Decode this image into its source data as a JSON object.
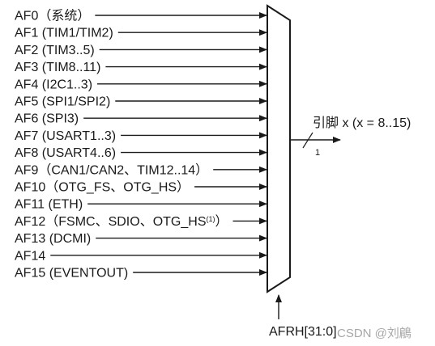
{
  "inputs": [
    {
      "name": "AF0",
      "detail": "（系统）"
    },
    {
      "name": "AF1",
      "detail": "(TIM1/TIM2)"
    },
    {
      "name": "AF2",
      "detail": "(TIM3..5)"
    },
    {
      "name": "AF3",
      "detail": "(TIM8..11)"
    },
    {
      "name": "AF4",
      "detail": "(I2C1..3)"
    },
    {
      "name": "AF5",
      "detail": "(SPI1/SPI2)"
    },
    {
      "name": "AF6",
      "detail": "(SPI3)"
    },
    {
      "name": "AF7",
      "detail": "(USART1..3)"
    },
    {
      "name": "AF8",
      "detail": "(USART4..6)"
    },
    {
      "name": "AF9",
      "detail": "（CAN1/CAN2、TIM12..14）"
    },
    {
      "name": "AF10",
      "detail": "（OTG_FS、OTG_HS）"
    },
    {
      "name": "AF11",
      "detail": "(ETH)"
    },
    {
      "name": "AF12",
      "detail": "（FSMC、SDIO、OTG_HS",
      "note": "(1)",
      "tail": "）"
    },
    {
      "name": "AF13",
      "detail": "(DCMI)"
    },
    {
      "name": "AF14",
      "detail": ""
    },
    {
      "name": "AF15",
      "detail": "(EVENTOUT)"
    }
  ],
  "output": {
    "label": "引脚 x (x = 8..15)",
    "bus_width": "1"
  },
  "control": {
    "label": "AFRH[31:0]"
  },
  "watermark": "CSDN @刘鵳",
  "colors": {
    "line": "#1a1a1a",
    "text": "#1a1a1a",
    "watermark": "#a7a7a7"
  }
}
